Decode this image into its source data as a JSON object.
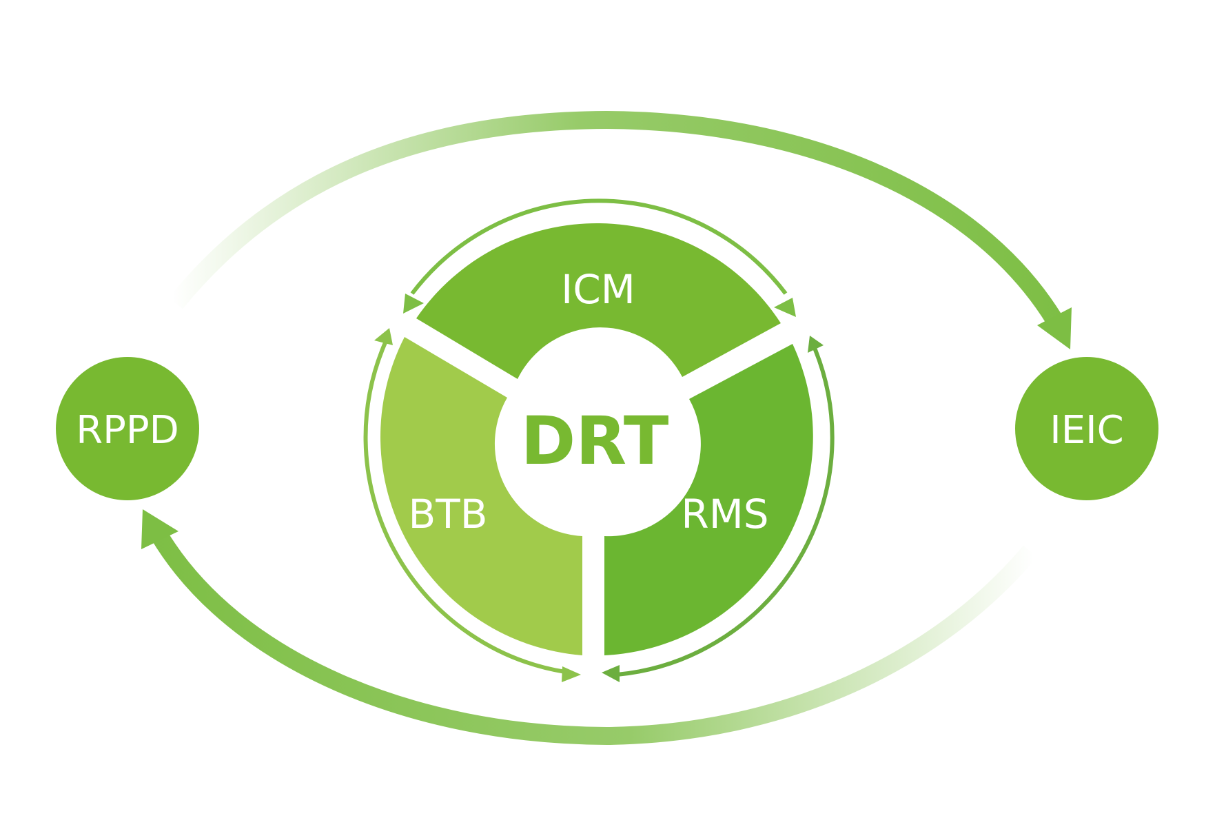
{
  "center": {
    "label": "DRT"
  },
  "segments": [
    {
      "id": "icm",
      "label": "ICM"
    },
    {
      "id": "btb",
      "label": "BTB"
    },
    {
      "id": "rms",
      "label": "RMS"
    }
  ],
  "nodes": [
    {
      "id": "rppd",
      "label": "RPPD"
    },
    {
      "id": "ieic",
      "label": "IEIC"
    }
  ],
  "colors": {
    "icm": "#78B931",
    "btb": "#A1CB4B",
    "rms": "#6BB631",
    "node": "#78B931",
    "arrow": "#7DBE44",
    "ring_arrow_left": "#8CC24A",
    "ring_arrow_right": "#6CAE3F",
    "center_text": "#78B931",
    "background": "#FFFFFF"
  }
}
